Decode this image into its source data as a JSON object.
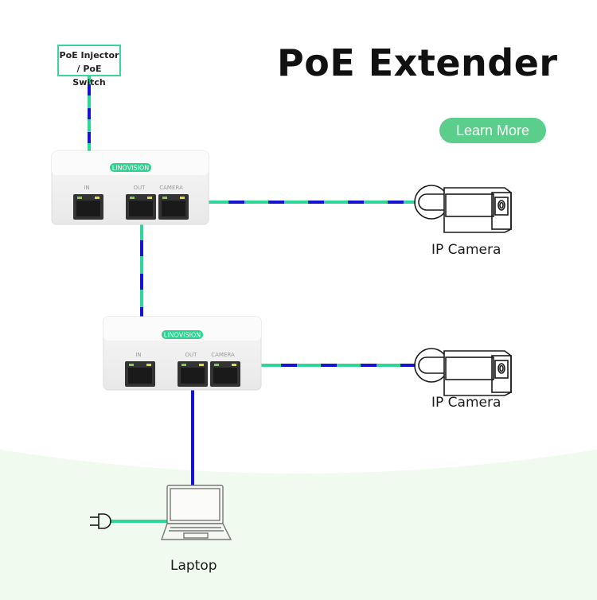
{
  "title": "PoE Extender",
  "learn_more": "Learn More",
  "source": {
    "line1": "PoE Injector",
    "line2": "/ PoE Switch"
  },
  "extenders": [
    {
      "brand": "LINOVISION",
      "ports": [
        "IN",
        "OUT",
        "CAMERA"
      ]
    },
    {
      "brand": "LINOVISION",
      "ports": [
        "IN",
        "OUT",
        "CAMERA"
      ]
    }
  ],
  "devices": {
    "camera1": "IP Camera",
    "camera2": "IP Camera",
    "laptop": "Laptop"
  },
  "colors": {
    "cable_green": "#2fd69a",
    "cable_blue": "#1414d0",
    "button_green": "#5cce8c",
    "bottom_tint": "#f1faee"
  }
}
